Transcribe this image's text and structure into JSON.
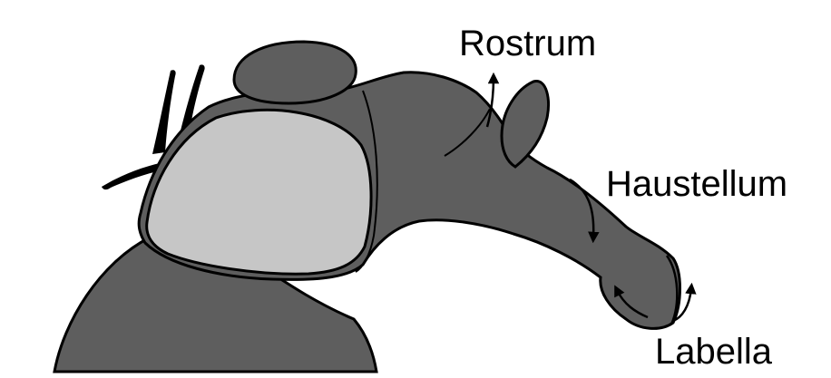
{
  "labels": {
    "rostrum": "Rostrum",
    "haustellum": "Haustellum",
    "labella": "Labella"
  },
  "colors": {
    "body_fill": "#5e5e5e",
    "eye_fill": "#c6c6c6",
    "outline": "#000000",
    "bristle": "#000000",
    "text": "#000000",
    "background": "#ffffff"
  }
}
